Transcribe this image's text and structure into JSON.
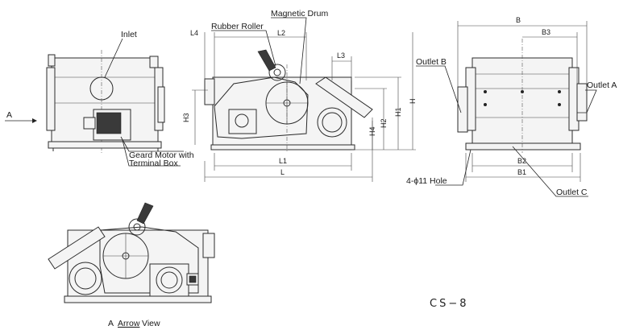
{
  "labels": {
    "inlet": "Inlet",
    "magnetic_drum": "Magnetic Drum",
    "rubber_roller": "Rubber Roller",
    "outlet_a": "Outlet A",
    "outlet_b": "Outlet B",
    "outlet_c": "Outlet C",
    "geared_motor_line1": "Geard Motor with",
    "geared_motor_line2": "Terminal Box",
    "hole": "4-ϕ11 Hole",
    "arrow": "A",
    "arrow_view_letter": "A",
    "arrow_view_word": "Arrow",
    "arrow_view_suffix": "View",
    "model": "CS−8"
  },
  "dimensions": {
    "L": "L",
    "L1": "L1",
    "L2": "L2",
    "L3": "L3",
    "L4": "L4",
    "H": "H",
    "H1": "H1",
    "H2": "H2",
    "H3": "H3",
    "H4": "H4",
    "B": "B",
    "B1": "B1",
    "B2": "B2",
    "B3": "B3"
  },
  "colors": {
    "line": "#2b2b2b",
    "text": "#1a1a1a",
    "background": "#ffffff"
  }
}
